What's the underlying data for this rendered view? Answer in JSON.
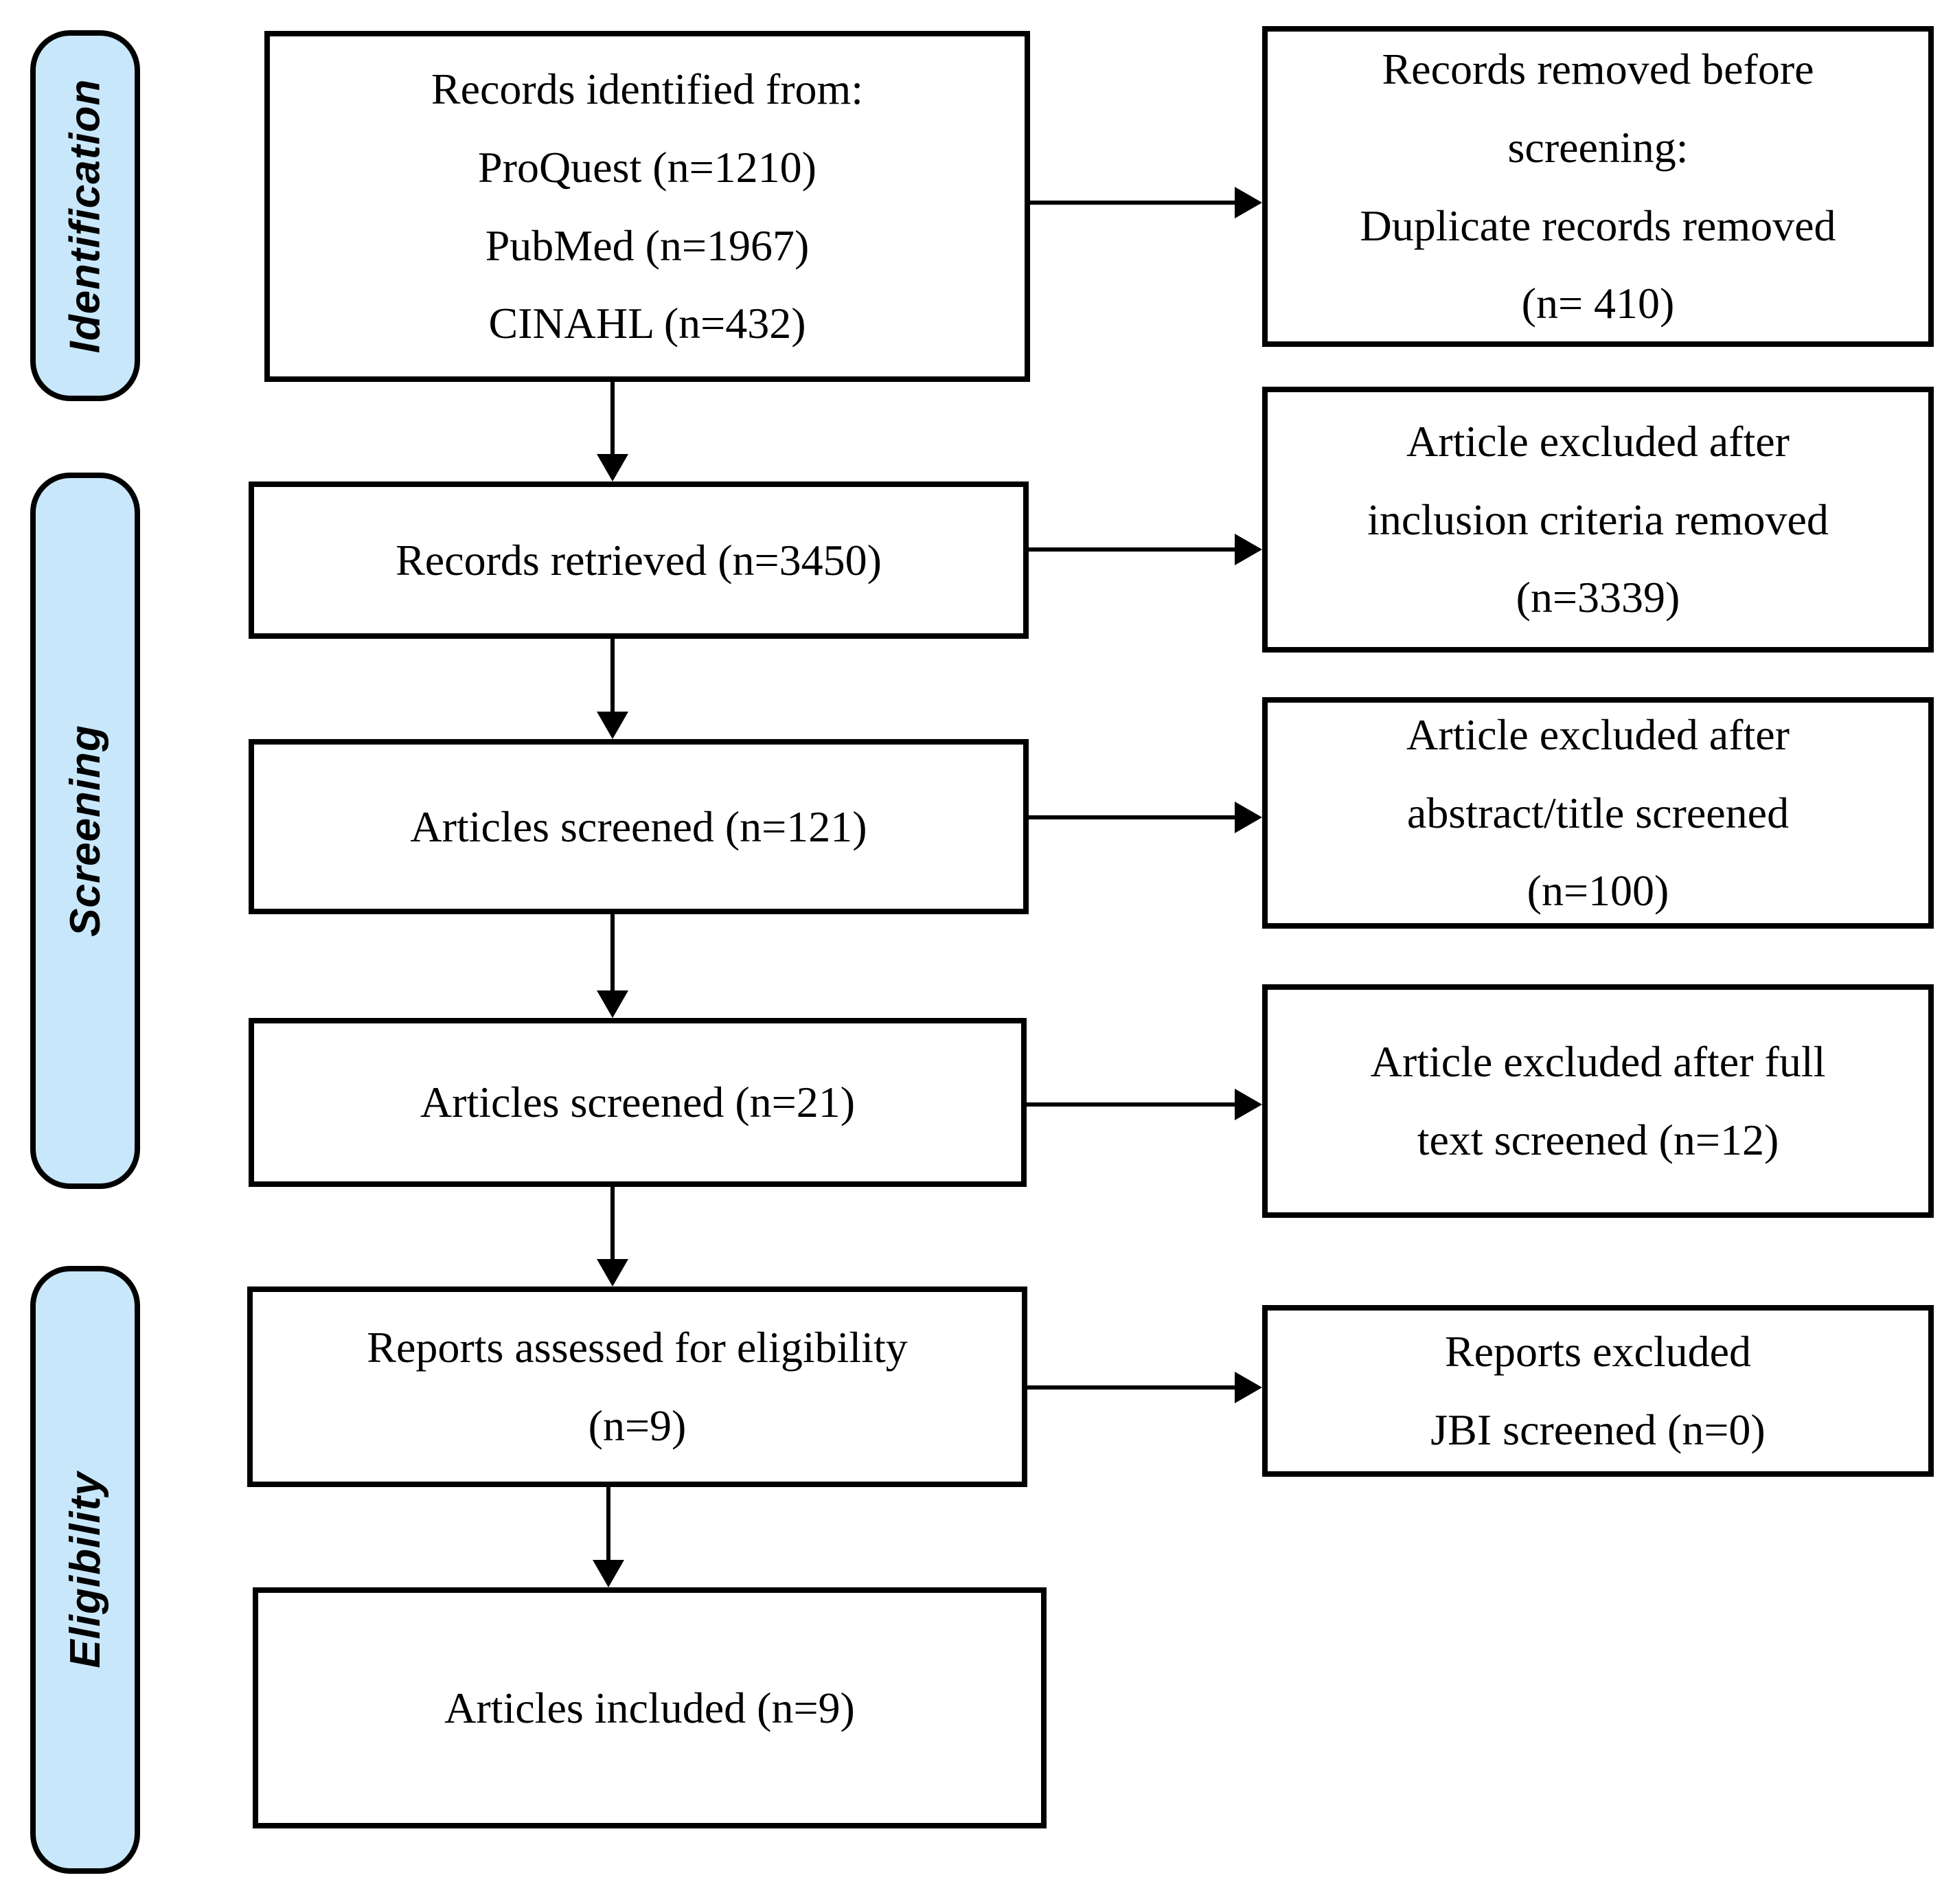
{
  "diagram": {
    "stages": [
      {
        "label": "Identification"
      },
      {
        "label": "Screening"
      },
      {
        "label": "Eligibility"
      }
    ],
    "main_boxes": [
      {
        "lines": [
          "Records identified from:",
          "ProQuest (n=1210)",
          "PubMed (n=1967)",
          "CINAHL (n=432)"
        ]
      },
      {
        "lines": [
          "Records retrieved (n=3450)"
        ]
      },
      {
        "lines": [
          "Articles screened (n=121)"
        ]
      },
      {
        "lines": [
          "Articles screened (n=21)"
        ]
      },
      {
        "lines": [
          "Reports assessed for eligibility",
          "(n=9)"
        ]
      },
      {
        "lines": [
          "Articles included (n=9)"
        ]
      }
    ],
    "side_boxes": [
      {
        "lines": [
          "Records removed before",
          "screening:",
          "Duplicate records removed",
          "(n= 410)"
        ]
      },
      {
        "lines": [
          "Article excluded after",
          "inclusion criteria removed",
          "(n=3339)"
        ]
      },
      {
        "lines": [
          "Article excluded after",
          "abstract/title screened",
          "(n=100)"
        ]
      },
      {
        "lines": [
          "Article excluded after full",
          "text screened (n=12)"
        ]
      },
      {
        "lines": [
          "Reports excluded",
          "JBI screened (n=0)"
        ]
      }
    ],
    "colors": {
      "stage_fill": "#c8e7fb",
      "line_color": "#000000"
    }
  }
}
